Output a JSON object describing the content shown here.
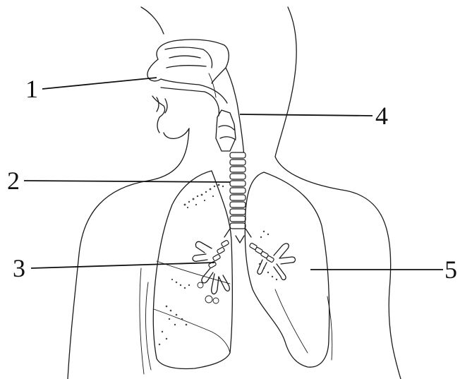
{
  "diagram": {
    "labels": [
      {
        "id": "label-1",
        "text": "1"
      },
      {
        "id": "label-2",
        "text": "2"
      },
      {
        "id": "label-3",
        "text": "3"
      },
      {
        "id": "label-4",
        "text": "4"
      },
      {
        "id": "label-5",
        "text": "5"
      }
    ]
  }
}
